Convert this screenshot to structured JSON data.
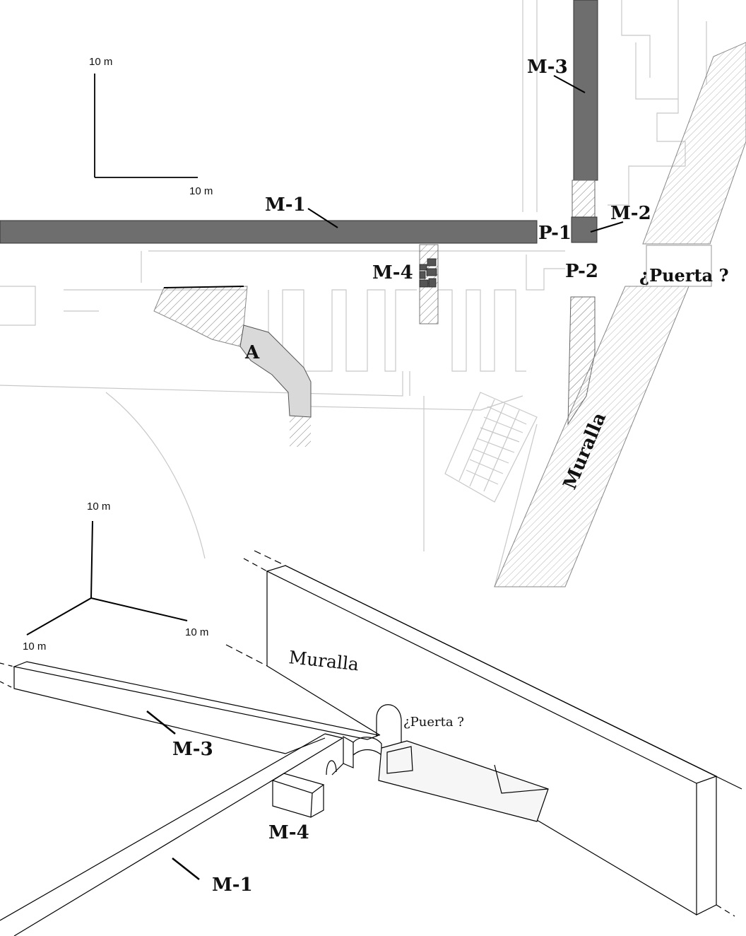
{
  "plan": {
    "scale_v_label": "10 m",
    "scale_h_label": "10 m",
    "labels": {
      "m1": "M-1",
      "m2": "M-2",
      "m3": "M-3",
      "m4": "M-4",
      "p1": "P-1",
      "p2": "P-2",
      "puerta": "¿Puerta ?",
      "muralla": "Muralla",
      "a": "A"
    }
  },
  "perspective": {
    "scale_up_label": "10 m",
    "scale_right_label": "10 m",
    "scale_left_label": "10 m",
    "labels": {
      "muralla": "Muralla",
      "puerta": "¿Puerta ?",
      "m3": "M-3",
      "m4": "M-4",
      "m1": "M-1"
    }
  },
  "colors": {
    "wall_fill": "#6e6e6e",
    "light_fill": "#d9d9d9",
    "line": "#000000",
    "faint_line": "#c8c8c8"
  }
}
